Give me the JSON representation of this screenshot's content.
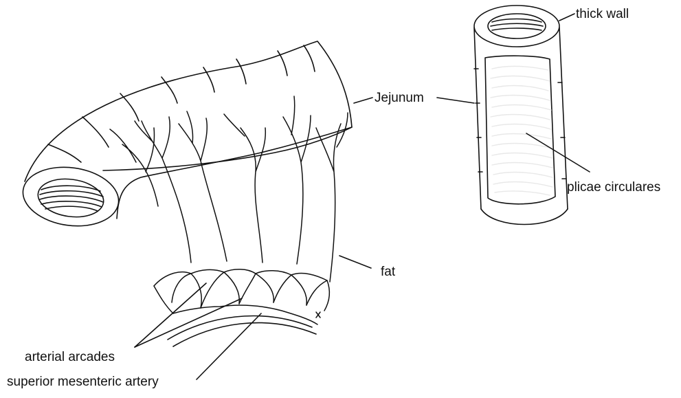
{
  "labels": {
    "thick_wall": "thick wall",
    "jejunum": "Jejunum",
    "plicae_circulares": "plicae circulares",
    "fat": "fat",
    "arterial_arcades": "arterial arcades",
    "superior_mesenteric_artery": "superior mesenteric artery"
  }
}
